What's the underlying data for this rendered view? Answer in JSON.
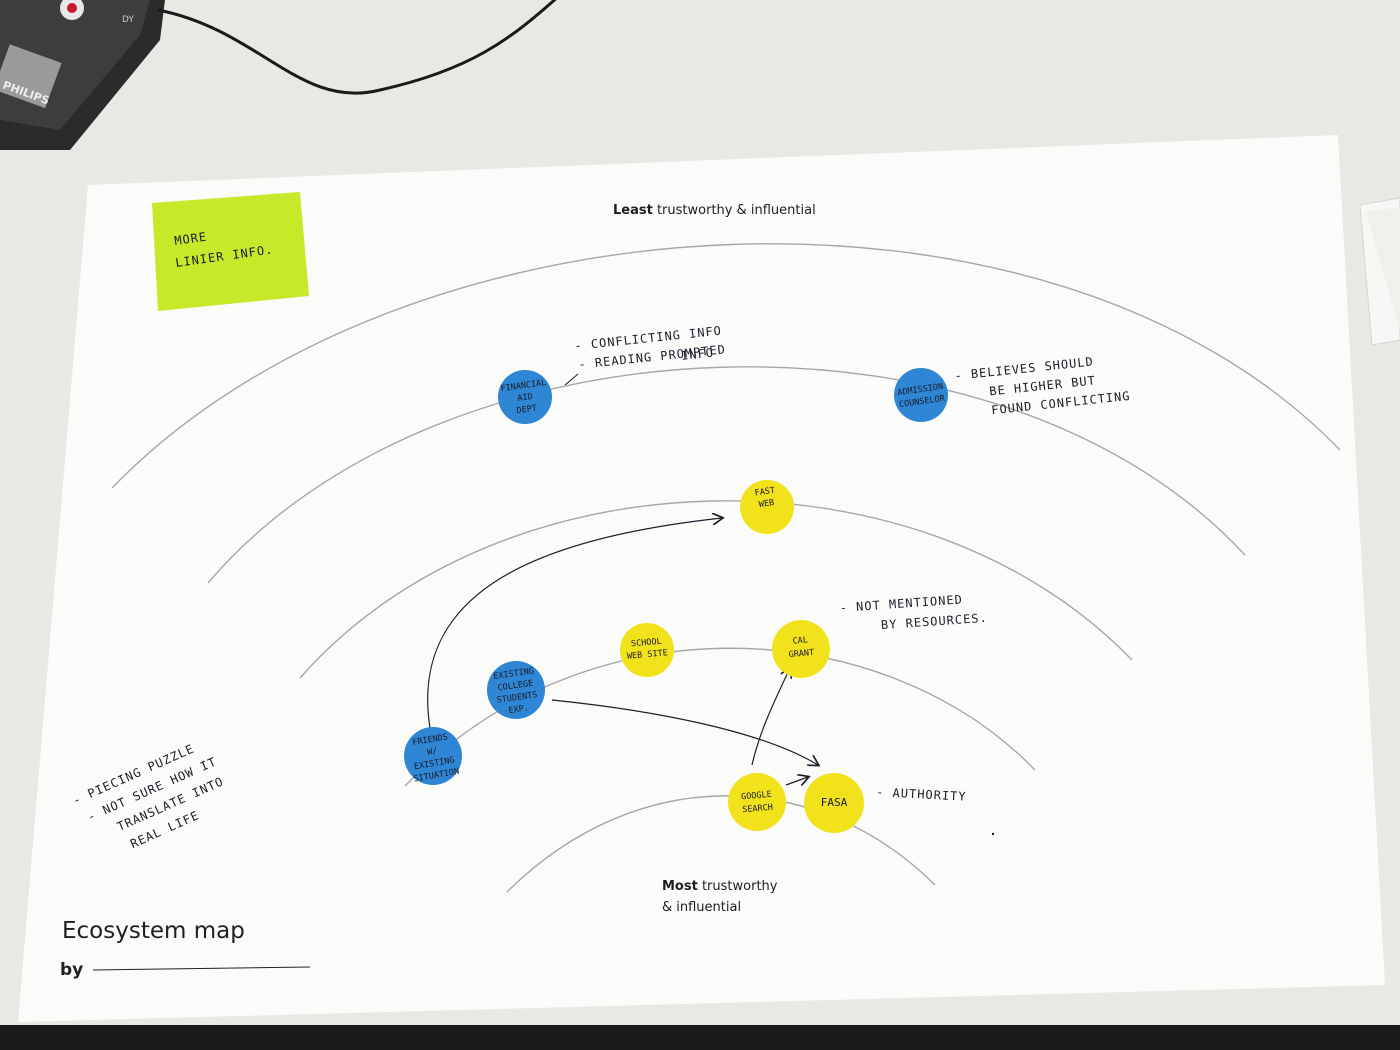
{
  "paper": {
    "top_label_bold": "Least",
    "top_label_rest": " trustworthy & influential",
    "bottom_label_bold": "Most",
    "bottom_label_line1_rest": " trustworthy",
    "bottom_label_line2": "& influential",
    "title": "Ecosystem map",
    "by_label": "by"
  },
  "device": {
    "brand": "PHILIPS",
    "badge": "DY"
  },
  "sticky_note": {
    "color": "#c6ea2a",
    "lines": [
      "MORE",
      "LINIER INFO."
    ]
  },
  "colors": {
    "blue_dot": "#2f86d4",
    "yellow_dot": "#f2e21c",
    "ring": "#a7a7a7",
    "ink": "#1d1d2a"
  },
  "dots": {
    "financial_aid": {
      "lines": [
        "FINANCIAL",
        "AID",
        "DEPT"
      ],
      "color": "blue"
    },
    "admission_counselor": {
      "lines": [
        "ADMISSION",
        "COUNSELOR"
      ],
      "color": "blue"
    },
    "fast_web": {
      "lines": [
        "FAST",
        "WEB"
      ],
      "color": "yellow"
    },
    "school_website": {
      "lines": [
        "SCHOOL",
        "WEB SITE"
      ],
      "color": "yellow"
    },
    "cal_grant": {
      "lines": [
        "CAL",
        "GRANT"
      ],
      "color": "yellow"
    },
    "existing_students": {
      "lines": [
        "EXISTING",
        "COLLEGE",
        "STUDENTS",
        "EXP."
      ],
      "color": "blue"
    },
    "friends": {
      "lines": [
        "FRIENDS",
        "W/",
        "EXISTING",
        "SITUATION"
      ],
      "color": "blue"
    },
    "google_search": {
      "lines": [
        "GOOGLE",
        "SEARCH"
      ],
      "color": "yellow"
    },
    "fasa": {
      "lines": [
        "FASA"
      ],
      "color": "yellow"
    }
  },
  "notes": {
    "financial_aid": [
      "- CONFLICTING INFO",
      "- READING PROMPTED",
      "INFO"
    ],
    "admission_counselor": [
      "- BELIEVES SHOULD",
      "BE HIGHER BUT",
      "FOUND CONFLICTING"
    ],
    "cal_grant": [
      "- NOT MENTIONED",
      "BY RESOURCES."
    ],
    "fasa": [
      "- AUTHORITY"
    ],
    "left": [
      "- PIECING PUZZLE",
      "- NOT SURE HOW IT",
      "TRANSLATE INTO",
      "REAL LIFE"
    ]
  }
}
